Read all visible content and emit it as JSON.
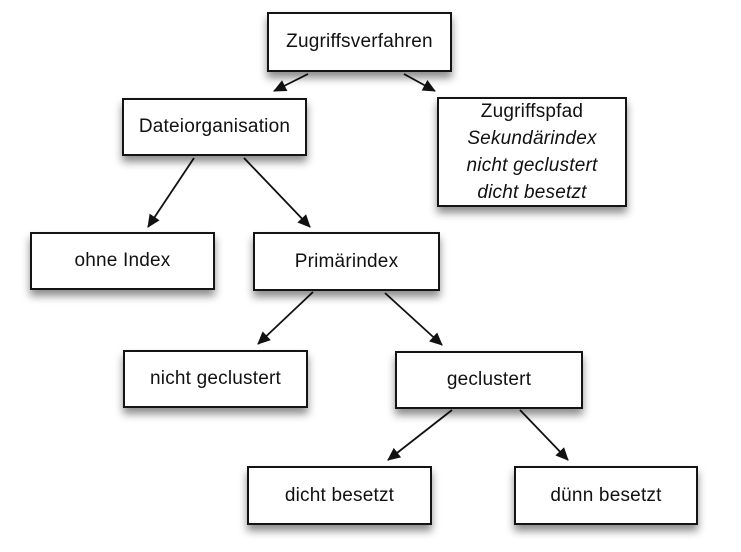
{
  "nodes": {
    "zugriffsverfahren": {
      "label": "Zugriffsverfahren"
    },
    "dateiorganisation": {
      "label": "Dateiorganisation"
    },
    "zugriffspfad": {
      "lines": [
        "Zugriffspfad",
        "Sekundärindex",
        "nicht geclustert",
        "dicht besetzt"
      ]
    },
    "ohne_index": {
      "label": "ohne Index"
    },
    "primaerindex": {
      "label": "Primärindex"
    },
    "nicht_geclustert": {
      "label": "nicht geclustert"
    },
    "geclustert": {
      "label": "geclustert"
    },
    "dicht_besetzt": {
      "label": "dicht besetzt"
    },
    "duenn_besetzt": {
      "label": "dünn besetzt"
    }
  },
  "edges": [
    {
      "from": "Zugriffsverfahren",
      "to": "Dateiorganisation"
    },
    {
      "from": "Zugriffsverfahren",
      "to": "Zugriffspfad"
    },
    {
      "from": "Dateiorganisation",
      "to": "ohne Index"
    },
    {
      "from": "Dateiorganisation",
      "to": "Primärindex"
    },
    {
      "from": "Primärindex",
      "to": "nicht geclustert"
    },
    {
      "from": "Primärindex",
      "to": "geclustert"
    },
    {
      "from": "geclustert",
      "to": "dicht besetzt"
    },
    {
      "from": "geclustert",
      "to": "dünn besetzt"
    }
  ],
  "colors": {
    "background": "#ffffff",
    "box_fill": "#ffffff",
    "box_border": "#141414",
    "text": "#111111",
    "arrow": "#111111"
  }
}
